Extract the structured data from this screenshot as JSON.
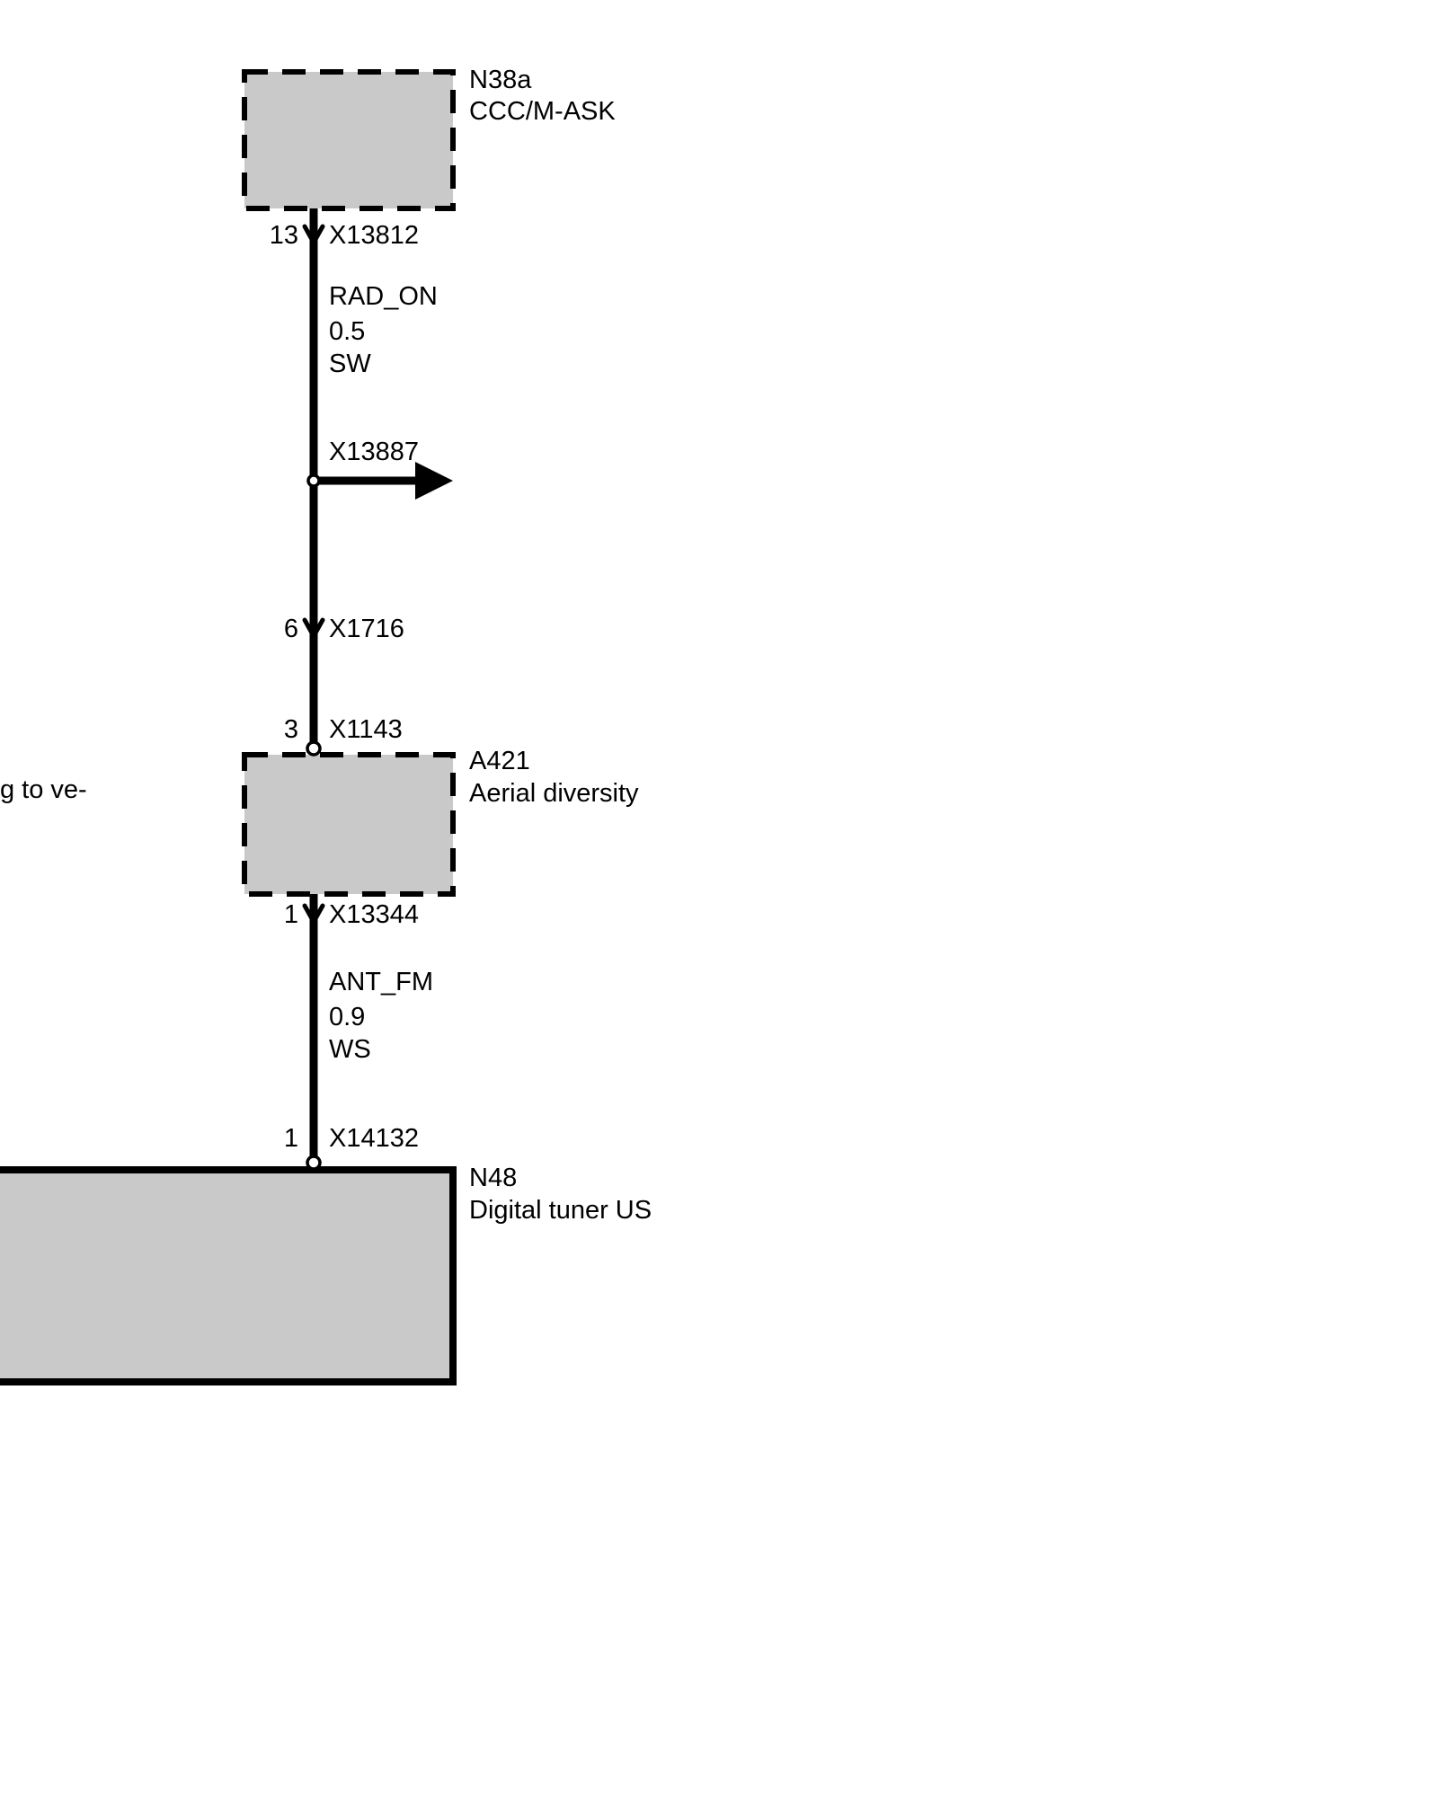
{
  "diagram": {
    "components": {
      "n38a": {
        "id": "N38a",
        "name": "CCC/M-ASK"
      },
      "a421": {
        "id": "A421",
        "name": "Aerial diversity"
      },
      "n48": {
        "id": "N48",
        "name": "Digital tuner US"
      }
    },
    "connectors": {
      "x13812": {
        "pin": "13",
        "label": "X13812"
      },
      "x13887": {
        "label": "X13887"
      },
      "x1716": {
        "pin": "6",
        "label": "X1716"
      },
      "x1143": {
        "pin": "3",
        "label": "X1143"
      },
      "x13344": {
        "pin": "1",
        "label": "X13344"
      },
      "x14132": {
        "pin": "1",
        "label": "X14132"
      }
    },
    "wires": {
      "rad_on": {
        "name": "RAD_ON",
        "size": "0.5",
        "color_code": "SW"
      },
      "ant_fm": {
        "name": "ANT_FM",
        "size": "0.9",
        "color_code": "WS"
      }
    },
    "cut_text_left": "g to ve-",
    "colors": {
      "box_fill": "#c9c9c9",
      "line": "#000000"
    }
  }
}
